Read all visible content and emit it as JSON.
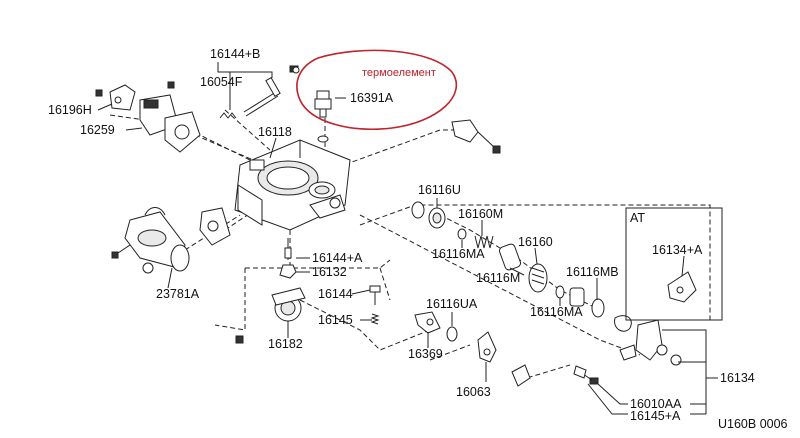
{
  "annotation": {
    "text": "термоелемент",
    "color": "#c0232b"
  },
  "labels": {
    "p16144B": "16144+B",
    "p16054F": "16054F",
    "p16196H": "16196H",
    "p16259": "16259",
    "p16118": "16118",
    "p16391A": "16391A",
    "p16116U": "16116U",
    "p16160M": "16160M",
    "p16116MA_1": "16116MA",
    "p16160": "16160",
    "p16116M": "16116M",
    "p16116MB": "16116MB",
    "p16116MA_2": "16116MA",
    "p16144A": "16144+A",
    "p16132": "16132",
    "p23781A": "23781A",
    "p16144": "16144",
    "p16116UA": "16116UA",
    "p16145": "16145",
    "p16182": "16182",
    "p16369": "16369",
    "p16063": "16063",
    "at": "AT",
    "p16134A": "16134+A",
    "p16134": "16134",
    "p16010AA": "16010AA",
    "p16145A": "16145+A",
    "code": "U160B 0006"
  }
}
